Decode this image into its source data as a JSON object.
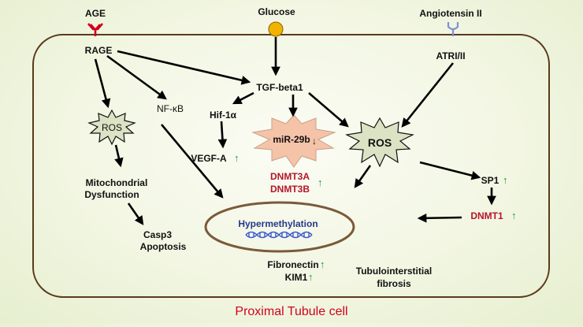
{
  "diagram": {
    "title": "Proximal Tubule cell",
    "labels": {
      "age": "AGE",
      "glucose": "Glucose",
      "angiotensin": "Angiotensin II",
      "rage": "RAGE",
      "tgf": "TGF-beta1",
      "atr": "ATRI/II",
      "ros_left": "ROS",
      "nfkb": "NF-κB",
      "hif": "Hif-1α",
      "vegf": "VEGF-A",
      "mir": "miR-29b",
      "dnmt3a": "DNMT3A",
      "dnmt3b": "DNMT3B",
      "ros_right": "ROS",
      "sp1": "SP1",
      "dnmt1": "DNMT1",
      "mito1": "Mitochondrial",
      "mito2": "Dysfunction",
      "casp1": "Casp3",
      "casp2": "Apoptosis",
      "hyper": "Hypermethylation",
      "fibro": "Fibronectin",
      "kim": "KIM1",
      "tubulo1": "Tubulointerstitial",
      "tubulo2": "fibrosis"
    },
    "up_arrow": "↑",
    "down_arrow": "↓",
    "colors": {
      "membrane": "#5a3a1c",
      "receptor_age": "#d0021b",
      "receptor_ang": "#7f8fd6",
      "glucose": "#f0b400",
      "burst": "#dce3c4",
      "mir_burst": "#f5c3a8",
      "title": "#d0021b",
      "red_text": "#b3162a",
      "green_arrow": "#1a9b3c",
      "dna": "#3a5bd0"
    }
  }
}
